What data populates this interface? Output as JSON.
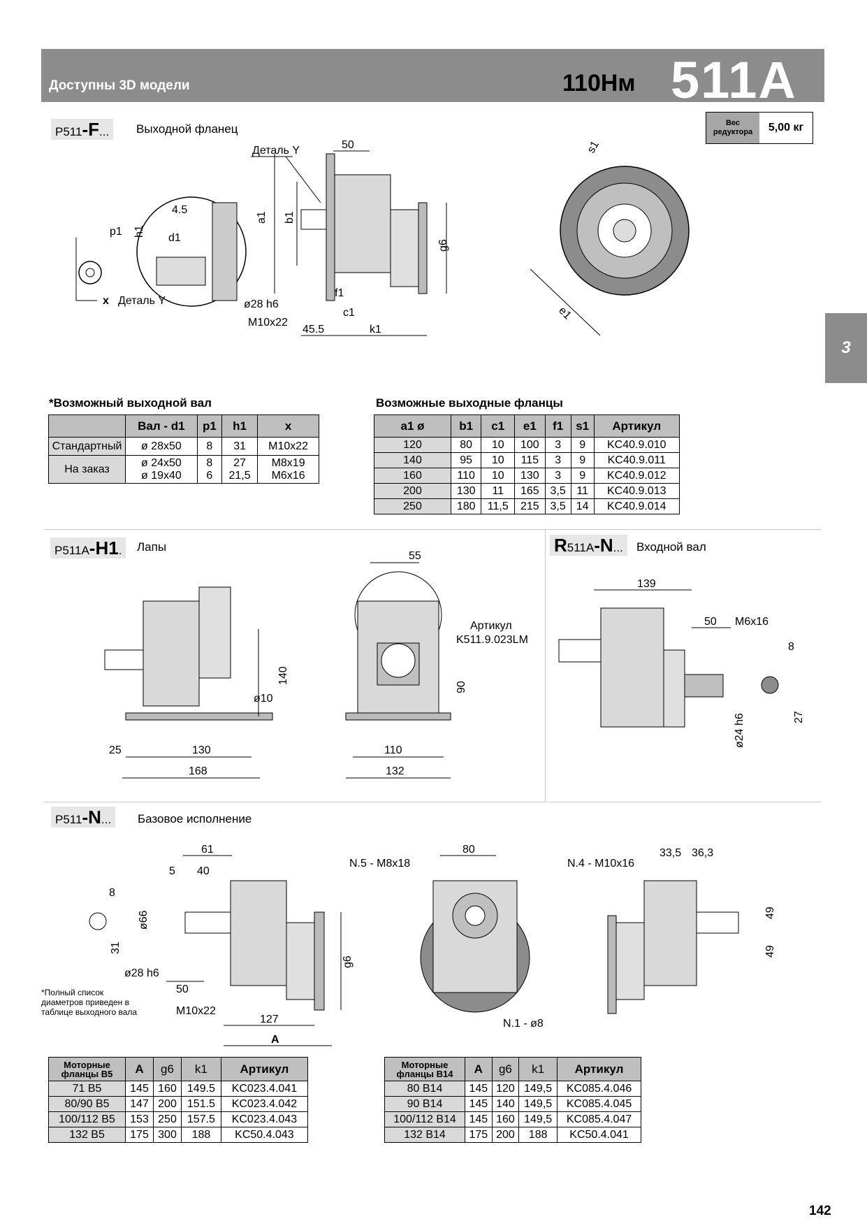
{
  "header": {
    "subtitle": "Доступны 3D модели",
    "torque": "110Нм",
    "model": "511A",
    "weight_label_1": "Вес",
    "weight_label_2": "редуктора",
    "weight_value": "5,00 кг",
    "side_tab": "3"
  },
  "section_f": {
    "code_prefix": "P511",
    "code_bold": "-F",
    "code_suffix": "...",
    "desc": "Выходной фланец",
    "labels": [
      "50",
      "Деталь Y",
      "4.5",
      "p1",
      "h1",
      "d1",
      "x",
      "Деталь Y",
      "a1",
      "b1",
      "g6",
      "f1",
      "c1",
      "ø28 h6",
      "M10x22",
      "45.5",
      "k1",
      "s1",
      "e1"
    ]
  },
  "shaft_table": {
    "title": "*Возможный выходной вал",
    "headers": [
      "",
      "Вал - d1",
      "p1",
      "h1",
      "x"
    ],
    "rows": [
      {
        "label": "Стандартный",
        "d1": "ø 28x50",
        "p1": "8",
        "h1": "31",
        "x": "M10x22"
      },
      {
        "label": "На заказ",
        "d1": "ø 24x50",
        "p1": "8",
        "h1": "27",
        "x": "M8x19",
        "d1b": "ø 19x40",
        "p1b": "6",
        "h1b": "21,5",
        "xb": "M6x16"
      }
    ]
  },
  "flange_table": {
    "title": "Возможные выходные фланцы",
    "headers": [
      "a1 ø",
      "b1",
      "c1",
      "e1",
      "f1",
      "s1",
      "Артикул"
    ],
    "rows": [
      [
        "120",
        "80",
        "10",
        "100",
        "3",
        "9",
        "KC40.9.010"
      ],
      [
        "140",
        "95",
        "10",
        "115",
        "3",
        "9",
        "KC40.9.011"
      ],
      [
        "160",
        "110",
        "10",
        "130",
        "3",
        "9",
        "KC40.9.012"
      ],
      [
        "200",
        "130",
        "11",
        "165",
        "3,5",
        "11",
        "KC40.9.013"
      ],
      [
        "250",
        "180",
        "11,5",
        "215",
        "3,5",
        "14",
        "KC40.9.014"
      ]
    ]
  },
  "section_h": {
    "code_prefix": "P511A",
    "code_bold": "-H1",
    "code_suffix": ".",
    "desc": "Лапы",
    "labels": [
      "140",
      "ø10",
      "25",
      "130",
      "168",
      "55",
      "Артикул",
      "K511.9.023LM",
      "90",
      "110",
      "132"
    ]
  },
  "section_r": {
    "code_prefix_bold": "R",
    "code_mid": "511A",
    "code_bold": "-N",
    "code_suffix": "...",
    "desc": "Входной вал",
    "labels": [
      "139",
      "50",
      "M6x16",
      "8",
      "ø24 h6",
      "27"
    ]
  },
  "section_n": {
    "code_prefix": "P511",
    "code_bold": "-N",
    "code_suffix": "...",
    "desc": "Базовое исполнение",
    "labels": [
      "61",
      "5",
      "40",
      "8",
      "ø66",
      "31",
      "ø28 h6",
      "50",
      "M10x22",
      "g6",
      "127",
      "A",
      "N.5 - M8x18",
      "80",
      "N.1 - ø8",
      "N.4 - M10x16",
      "33,5",
      "36,3",
      "49",
      "49"
    ],
    "note": [
      "*Полный список",
      "диаметров приведен в",
      "таблице выходного вала"
    ]
  },
  "b5_table": {
    "headers": [
      "Моторные фланцы B5",
      "A",
      "g6",
      "k1",
      "Артикул"
    ],
    "rows": [
      [
        "71 B5",
        "145",
        "160",
        "149.5",
        "KC023.4.041"
      ],
      [
        "80/90 B5",
        "147",
        "200",
        "151.5",
        "KC023.4.042"
      ],
      [
        "100/112 B5",
        "153",
        "250",
        "157.5",
        "KC023.4.043"
      ],
      [
        "132 B5",
        "175",
        "300",
        "188",
        "KC50.4.043"
      ]
    ]
  },
  "b14_table": {
    "headers": [
      "Моторные фланцы B14",
      "A",
      "g6",
      "k1",
      "Артикул"
    ],
    "rows": [
      [
        "80 B14",
        "145",
        "120",
        "149,5",
        "KC085.4.046"
      ],
      [
        "90 B14",
        "145",
        "140",
        "149,5",
        "KC085.4.045"
      ],
      [
        "100/112 B14",
        "145",
        "160",
        "149,5",
        "KC085.4.047"
      ],
      [
        "132 B14",
        "175",
        "200",
        "188",
        "KC50.4.041"
      ]
    ]
  },
  "page_number": "142"
}
